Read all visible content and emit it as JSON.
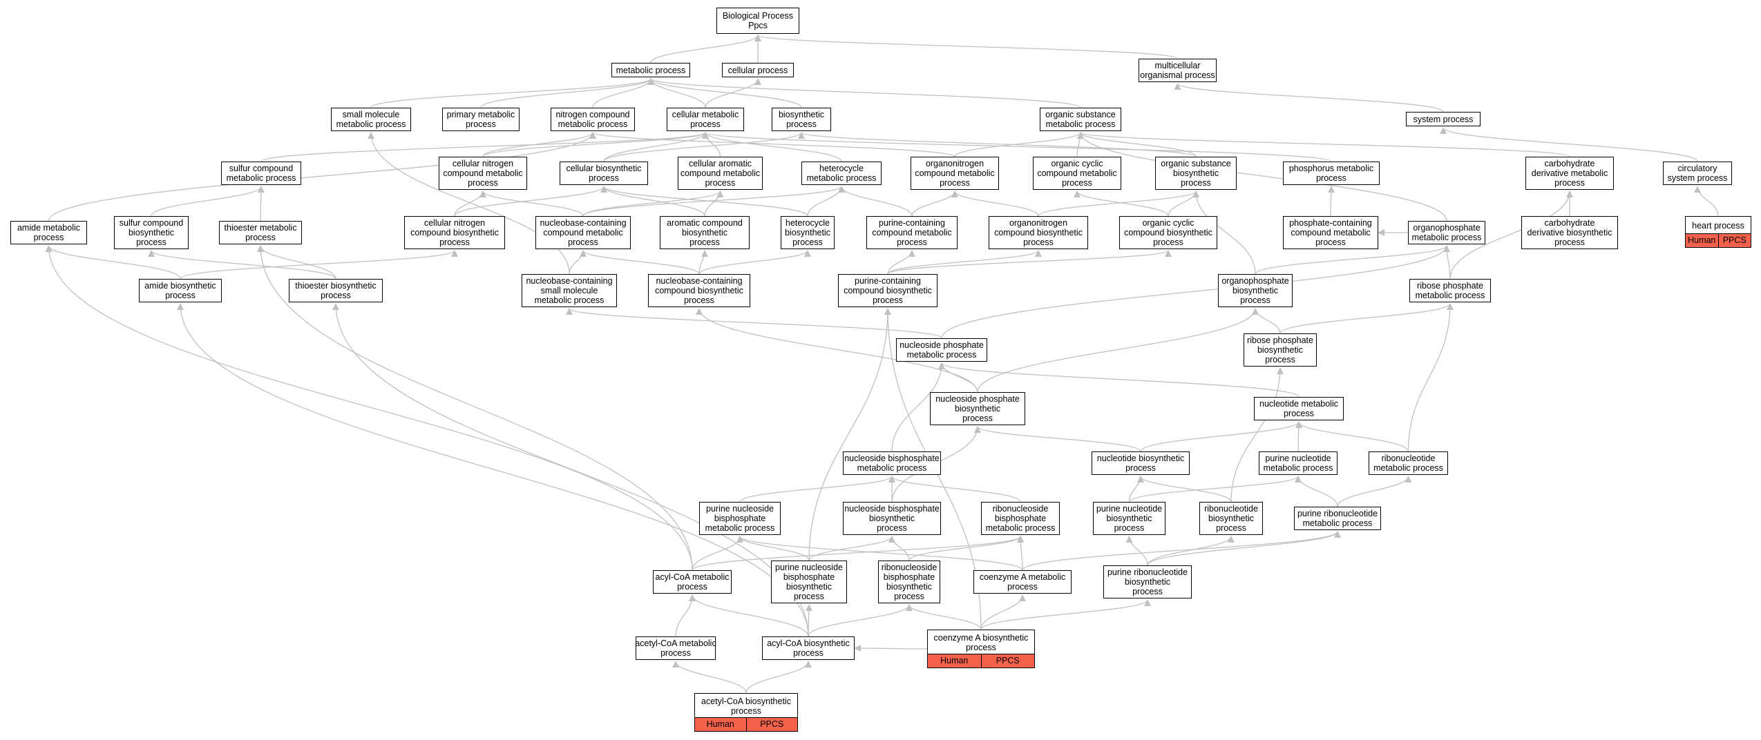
{
  "graph": {
    "edge_color": "#c0c0c0",
    "highlight_color": "#f4624b",
    "nodes": [
      {
        "id": "bp",
        "label": "Biological Process\nPpcs"
      },
      {
        "id": "mp",
        "label": "metabolic process"
      },
      {
        "id": "cp",
        "label": "cellular process"
      },
      {
        "id": "mop",
        "label": "multicellular\norganismal process"
      },
      {
        "id": "smmp",
        "label": "small molecule\nmetabolic process"
      },
      {
        "id": "pmp",
        "label": "primary metabolic\nprocess"
      },
      {
        "id": "ncmp",
        "label": "nitrogen compound\nmetabolic process"
      },
      {
        "id": "cmp",
        "label": "cellular metabolic\nprocess"
      },
      {
        "id": "bsp",
        "label": "biosynthetic\nprocess"
      },
      {
        "id": "osmp",
        "label": "organic substance\nmetabolic process"
      },
      {
        "id": "sp",
        "label": "system process"
      },
      {
        "id": "scmp",
        "label": "sulfur compound\nmetabolic process"
      },
      {
        "id": "cncmp",
        "label": "cellular nitrogen\ncompound metabolic\nprocess"
      },
      {
        "id": "cbp",
        "label": "cellular biosynthetic\nprocess"
      },
      {
        "id": "cacmp",
        "label": "cellular aromatic\ncompound metabolic\nprocess"
      },
      {
        "id": "hmp",
        "label": "heterocycle\nmetabolic process"
      },
      {
        "id": "oncmp",
        "label": "organonitrogen\ncompound metabolic\nprocess"
      },
      {
        "id": "occmp",
        "label": "organic cyclic\ncompound metabolic\nprocess"
      },
      {
        "id": "osbp",
        "label": "organic substance\nbiosynthetic\nprocess"
      },
      {
        "id": "phmp",
        "label": "phosphorus metabolic\nprocess"
      },
      {
        "id": "cdmp",
        "label": "carbohydrate\nderivative metabolic\nprocess"
      },
      {
        "id": "csp",
        "label": "circulatory\nsystem process"
      },
      {
        "id": "amp",
        "label": "amide metabolic\nprocess"
      },
      {
        "id": "scbp",
        "label": "sulfur compound\nbiosynthetic\nprocess"
      },
      {
        "id": "temp",
        "label": "thioester metabolic\nprocess"
      },
      {
        "id": "cncbp",
        "label": "cellular nitrogen\ncompound biosynthetic\nprocess"
      },
      {
        "id": "nbccmp",
        "label": "nucleobase-containing\ncompound metabolic\nprocess"
      },
      {
        "id": "acbp",
        "label": "aromatic compound\nbiosynthetic\nprocess"
      },
      {
        "id": "hbp",
        "label": "heterocycle\nbiosynthetic\nprocess"
      },
      {
        "id": "pccmp",
        "label": "purine-containing\ncompound metabolic\nprocess"
      },
      {
        "id": "oncbp",
        "label": "organonitrogen\ncompound biosynthetic\nprocess"
      },
      {
        "id": "occbp",
        "label": "organic cyclic\ncompound biosynthetic\nprocess"
      },
      {
        "id": "phccmp",
        "label": "phosphate-containing\ncompound metabolic\nprocess"
      },
      {
        "id": "opmp",
        "label": "organophosphate\nmetabolic process"
      },
      {
        "id": "cdbp",
        "label": "carbohydrate\nderivative biosynthetic\nprocess"
      },
      {
        "id": "hp",
        "label": "heart process",
        "tags": [
          "Human",
          "PPCS"
        ]
      },
      {
        "id": "abp",
        "label": "amide biosynthetic\nprocess"
      },
      {
        "id": "tebp",
        "label": "thioester biosynthetic\nprocess"
      },
      {
        "id": "nbcsm",
        "label": "nucleobase-containing\nsmall molecule\nmetabolic process"
      },
      {
        "id": "nbccbp",
        "label": "nucleobase-containing\ncompound biosynthetic\nprocess"
      },
      {
        "id": "pccbp",
        "label": "purine-containing\ncompound biosynthetic\nprocess"
      },
      {
        "id": "opbp",
        "label": "organophosphate\nbiosynthetic\nprocess"
      },
      {
        "id": "rpmp",
        "label": "ribose phosphate\nmetabolic process"
      },
      {
        "id": "nspmp",
        "label": "nucleoside phosphate\nmetabolic process"
      },
      {
        "id": "rpbp",
        "label": "ribose phosphate\nbiosynthetic\nprocess"
      },
      {
        "id": "nspbp",
        "label": "nucleoside phosphate\nbiosynthetic\nprocess"
      },
      {
        "id": "ntmp",
        "label": "nucleotide metabolic\nprocess"
      },
      {
        "id": "nsbpmp",
        "label": "nucleoside bisphosphate\nmetabolic process"
      },
      {
        "id": "ntbp",
        "label": "nucleotide biosynthetic\nprocess"
      },
      {
        "id": "pntmp",
        "label": "purine nucleotide\nmetabolic process"
      },
      {
        "id": "rntmp",
        "label": "ribonucleotide\nmetabolic process"
      },
      {
        "id": "pnsbpmp",
        "label": "purine nucleoside\nbisphosphate\nmetabolic process"
      },
      {
        "id": "nsbpbp",
        "label": "nucleoside bisphosphate\nbiosynthetic\nprocess"
      },
      {
        "id": "rnsbpmp",
        "label": "ribonucleoside\nbisphosphate\nmetabolic process"
      },
      {
        "id": "pntbp",
        "label": "purine nucleotide\nbiosynthetic\nprocess"
      },
      {
        "id": "rntbp",
        "label": "ribonucleotide\nbiosynthetic\nprocess"
      },
      {
        "id": "prntmp",
        "label": "purine ribonucleotide\nmetabolic process"
      },
      {
        "id": "acmp",
        "label": "acyl-CoA metabolic\nprocess"
      },
      {
        "id": "pnsbpbp",
        "label": "purine nucleoside\nbisphosphate\nbiosynthetic\nprocess"
      },
      {
        "id": "rnsbpbp",
        "label": "ribonucleoside\nbisphosphate\nbiosynthetic\nprocess"
      },
      {
        "id": "coamp",
        "label": "coenzyme A metabolic\nprocess"
      },
      {
        "id": "prntbp",
        "label": "purine ribonucleotide\nbiosynthetic\nprocess"
      },
      {
        "id": "accmp",
        "label": "acetyl-CoA metabolic\nprocess"
      },
      {
        "id": "acbp2",
        "label": "acyl-CoA biosynthetic\nprocess"
      },
      {
        "id": "coabp",
        "label": "coenzyme A biosynthetic\nprocess",
        "tags": [
          "Human",
          "PPCS"
        ]
      },
      {
        "id": "accbp",
        "label": "acetyl-CoA biosynthetic\nprocess",
        "tags": [
          "Human",
          "PPCS"
        ]
      }
    ],
    "edges": [
      [
        "mp",
        "bp"
      ],
      [
        "cp",
        "bp"
      ],
      [
        "mop",
        "bp"
      ],
      [
        "smmp",
        "mp"
      ],
      [
        "pmp",
        "mp"
      ],
      [
        "ncmp",
        "mp"
      ],
      [
        "cmp",
        "mp"
      ],
      [
        "cmp",
        "cp"
      ],
      [
        "bsp",
        "mp"
      ],
      [
        "osmp",
        "mp"
      ],
      [
        "sp",
        "mop"
      ],
      [
        "csp",
        "sp"
      ],
      [
        "hp",
        "csp"
      ],
      [
        "scmp",
        "cmp"
      ],
      [
        "cncmp",
        "ncmp"
      ],
      [
        "cncmp",
        "cmp"
      ],
      [
        "cbp",
        "cmp"
      ],
      [
        "cbp",
        "bsp"
      ],
      [
        "cacmp",
        "cmp"
      ],
      [
        "hmp",
        "cmp"
      ],
      [
        "oncmp",
        "osmp"
      ],
      [
        "oncmp",
        "ncmp"
      ],
      [
        "occmp",
        "osmp"
      ],
      [
        "osbp",
        "osmp"
      ],
      [
        "osbp",
        "bsp"
      ],
      [
        "phmp",
        "cmp"
      ],
      [
        "cdmp",
        "osmp"
      ],
      [
        "amp",
        "ncmp"
      ],
      [
        "scbp",
        "scmp"
      ],
      [
        "temp",
        "scmp"
      ],
      [
        "cncbp",
        "cncmp"
      ],
      [
        "cncbp",
        "cbp"
      ],
      [
        "nbccmp",
        "cncmp"
      ],
      [
        "nbccmp",
        "cacmp"
      ],
      [
        "nbccmp",
        "hmp"
      ],
      [
        "acbp",
        "cacmp"
      ],
      [
        "acbp",
        "cbp"
      ],
      [
        "hbp",
        "hmp"
      ],
      [
        "hbp",
        "cbp"
      ],
      [
        "pccmp",
        "hmp"
      ],
      [
        "pccmp",
        "oncmp"
      ],
      [
        "oncbp",
        "oncmp"
      ],
      [
        "oncbp",
        "osbp"
      ],
      [
        "occbp",
        "occmp"
      ],
      [
        "occbp",
        "osbp"
      ],
      [
        "phccmp",
        "phmp"
      ],
      [
        "opmp",
        "phccmp"
      ],
      [
        "opmp",
        "osmp"
      ],
      [
        "cdbp",
        "cdmp"
      ],
      [
        "abp",
        "amp"
      ],
      [
        "abp",
        "cncbp"
      ],
      [
        "tebp",
        "temp"
      ],
      [
        "tebp",
        "scbp"
      ],
      [
        "nbcsm",
        "smmp"
      ],
      [
        "nbcsm",
        "nbccmp"
      ],
      [
        "nbccbp",
        "nbccmp"
      ],
      [
        "nbccbp",
        "acbp"
      ],
      [
        "nbccbp",
        "hbp"
      ],
      [
        "pccbp",
        "pccmp"
      ],
      [
        "pccbp",
        "oncbp"
      ],
      [
        "pccbp",
        "occbp"
      ],
      [
        "opbp",
        "opmp"
      ],
      [
        "opbp",
        "osbp"
      ],
      [
        "rpmp",
        "opmp"
      ],
      [
        "rpmp",
        "cdmp"
      ],
      [
        "nspmp",
        "nbcsm"
      ],
      [
        "nspmp",
        "opmp"
      ],
      [
        "rpbp",
        "rpmp"
      ],
      [
        "rpbp",
        "opbp"
      ],
      [
        "nspbp",
        "nspmp"
      ],
      [
        "nspbp",
        "nbccbp"
      ],
      [
        "nspbp",
        "opbp"
      ],
      [
        "ntmp",
        "nspmp"
      ],
      [
        "nsbpmp",
        "nspmp"
      ],
      [
        "ntbp",
        "ntmp"
      ],
      [
        "ntbp",
        "nspbp"
      ],
      [
        "pntmp",
        "ntmp"
      ],
      [
        "rntmp",
        "ntmp"
      ],
      [
        "rntmp",
        "rpmp"
      ],
      [
        "pnsbpmp",
        "nsbpmp"
      ],
      [
        "nsbpbp",
        "nsbpmp"
      ],
      [
        "nsbpbp",
        "nspbp"
      ],
      [
        "rnsbpmp",
        "nsbpmp"
      ],
      [
        "pntbp",
        "ntbp"
      ],
      [
        "pntbp",
        "pntmp"
      ],
      [
        "rntbp",
        "ntbp"
      ],
      [
        "rntbp",
        "rpbp"
      ],
      [
        "prntmp",
        "pntmp"
      ],
      [
        "prntmp",
        "rntmp"
      ],
      [
        "acmp",
        "pnsbpmp"
      ],
      [
        "acmp",
        "temp"
      ],
      [
        "acmp",
        "amp"
      ],
      [
        "acmp",
        "rnsbpmp"
      ],
      [
        "pnsbpbp",
        "pnsbpmp"
      ],
      [
        "pnsbpbp",
        "nsbpbp"
      ],
      [
        "pnsbpbp",
        "pccbp"
      ],
      [
        "rnsbpbp",
        "rnsbpmp"
      ],
      [
        "rnsbpbp",
        "nsbpbp"
      ],
      [
        "coamp",
        "pnsbpmp"
      ],
      [
        "coamp",
        "rnsbpmp"
      ],
      [
        "coamp",
        "prntmp"
      ],
      [
        "prntbp",
        "pntbp"
      ],
      [
        "prntbp",
        "rntbp"
      ],
      [
        "prntbp",
        "prntmp"
      ],
      [
        "accmp",
        "acmp"
      ],
      [
        "acbp2",
        "acmp"
      ],
      [
        "acbp2",
        "tebp"
      ],
      [
        "acbp2",
        "abp"
      ],
      [
        "acbp2",
        "pnsbpbp"
      ],
      [
        "acbp2",
        "rnsbpbp"
      ],
      [
        "coabp",
        "coamp"
      ],
      [
        "coabp",
        "rnsbpbp"
      ],
      [
        "coabp",
        "prntbp"
      ],
      [
        "coabp",
        "acbp2"
      ],
      [
        "coabp",
        "pccbp"
      ],
      [
        "accbp",
        "accmp"
      ],
      [
        "accbp",
        "acbp2"
      ]
    ]
  }
}
